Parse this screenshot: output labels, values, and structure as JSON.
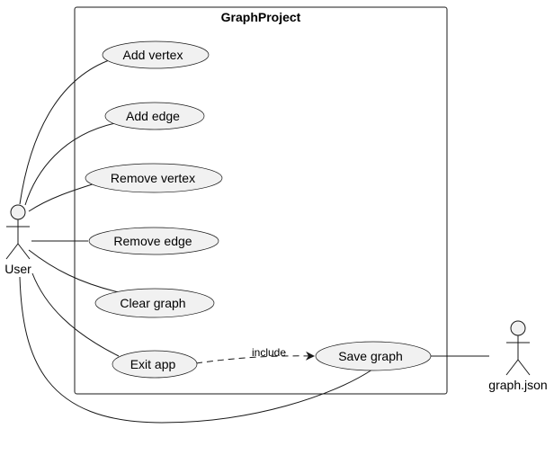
{
  "system": {
    "title": "GraphProject"
  },
  "actors": {
    "user": "User",
    "file": "graph.json"
  },
  "use_cases": {
    "add_vertex": "Add vertex",
    "add_edge": "Add edge",
    "remove_vertex": "Remove vertex",
    "remove_edge": "Remove edge",
    "clear_graph": "Clear graph",
    "exit_app": "Exit app",
    "save_graph": "Save graph"
  },
  "relations": {
    "include_label": "include"
  }
}
